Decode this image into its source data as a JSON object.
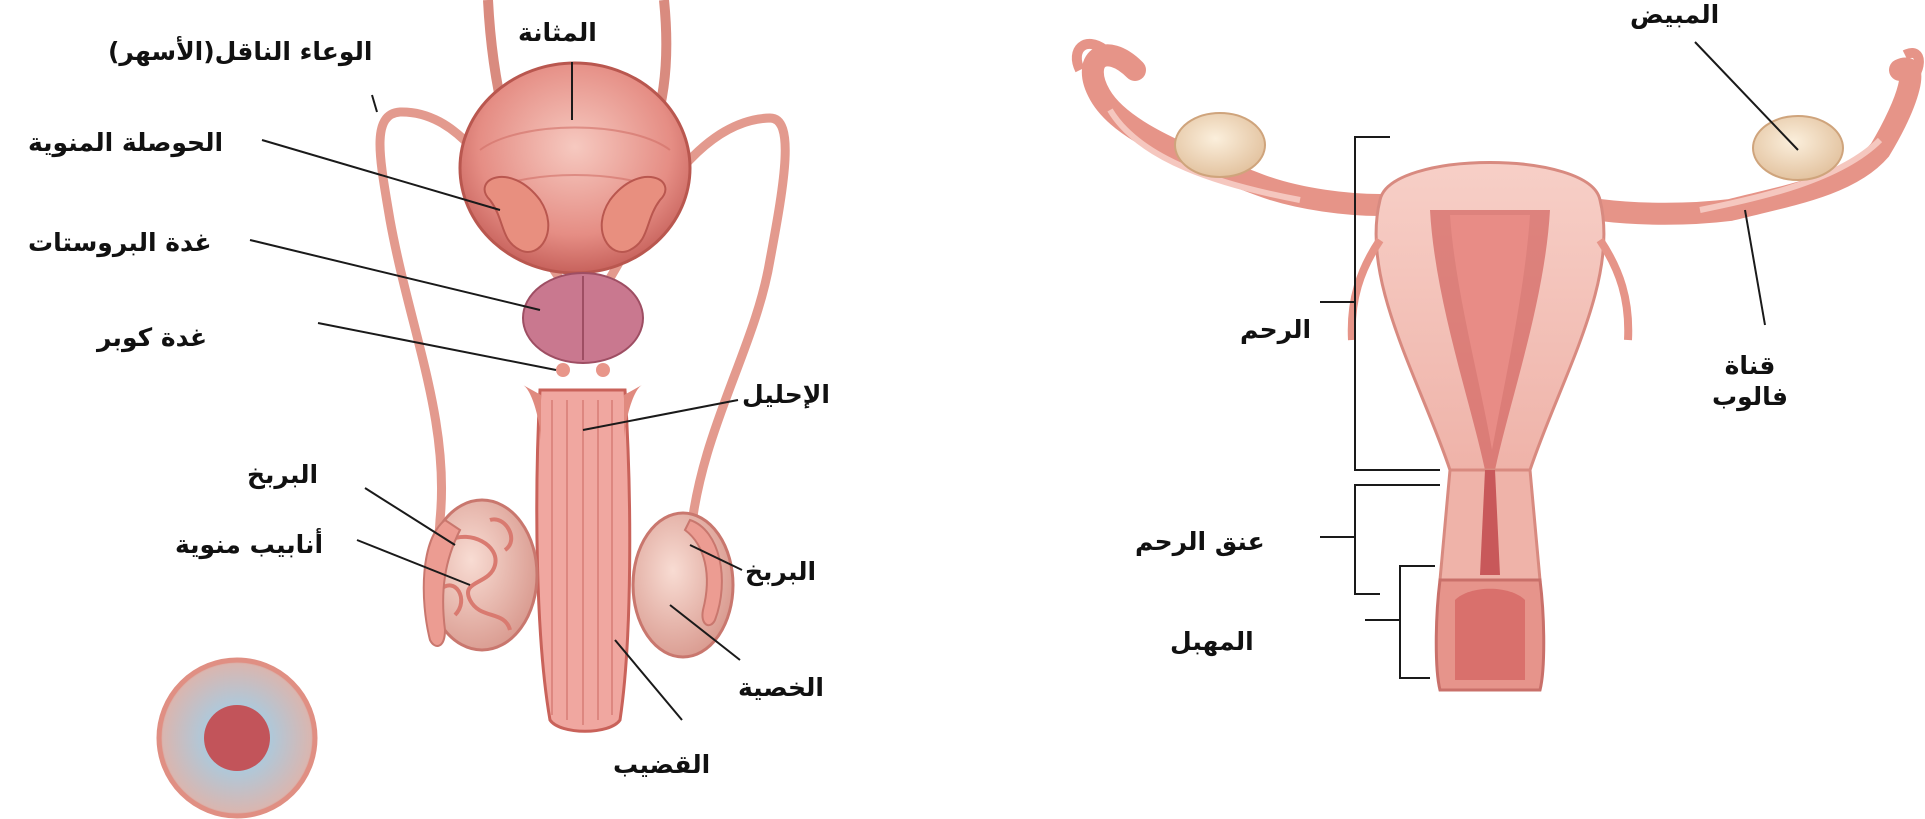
{
  "colors": {
    "background": "#ffffff",
    "tissue_light": "#f3c1b9",
    "tissue_mid": "#e69488",
    "tissue_dark": "#c45a55",
    "prostate": "#c9788f",
    "ovary": "#f1dcc2",
    "leader_line": "#1a1a1a",
    "label_text": "#111111"
  },
  "male_diagram": {
    "labels": {
      "bladder": "المثانة",
      "vas_deferens": "الوعاء الناقل(الأسهر)",
      "seminal_vesicle": "الحوصلة المنوية",
      "prostate": "غدة البروستات",
      "cowper": "غدة كوبر",
      "urethra": "الإحليل",
      "epididymis_left": "البربخ",
      "seminiferous_tubules": "أنابيب منوية",
      "epididymis_right": "البربخ",
      "testis": "الخصية",
      "penis": "القضيب"
    }
  },
  "female_diagram": {
    "labels": {
      "ovary": "المبيض",
      "uterus": "الرحم",
      "fallopian_line1": "قناة",
      "fallopian_line2": "فالوب",
      "cervix": "عنق الرحم",
      "vagina": "المهبل"
    }
  }
}
